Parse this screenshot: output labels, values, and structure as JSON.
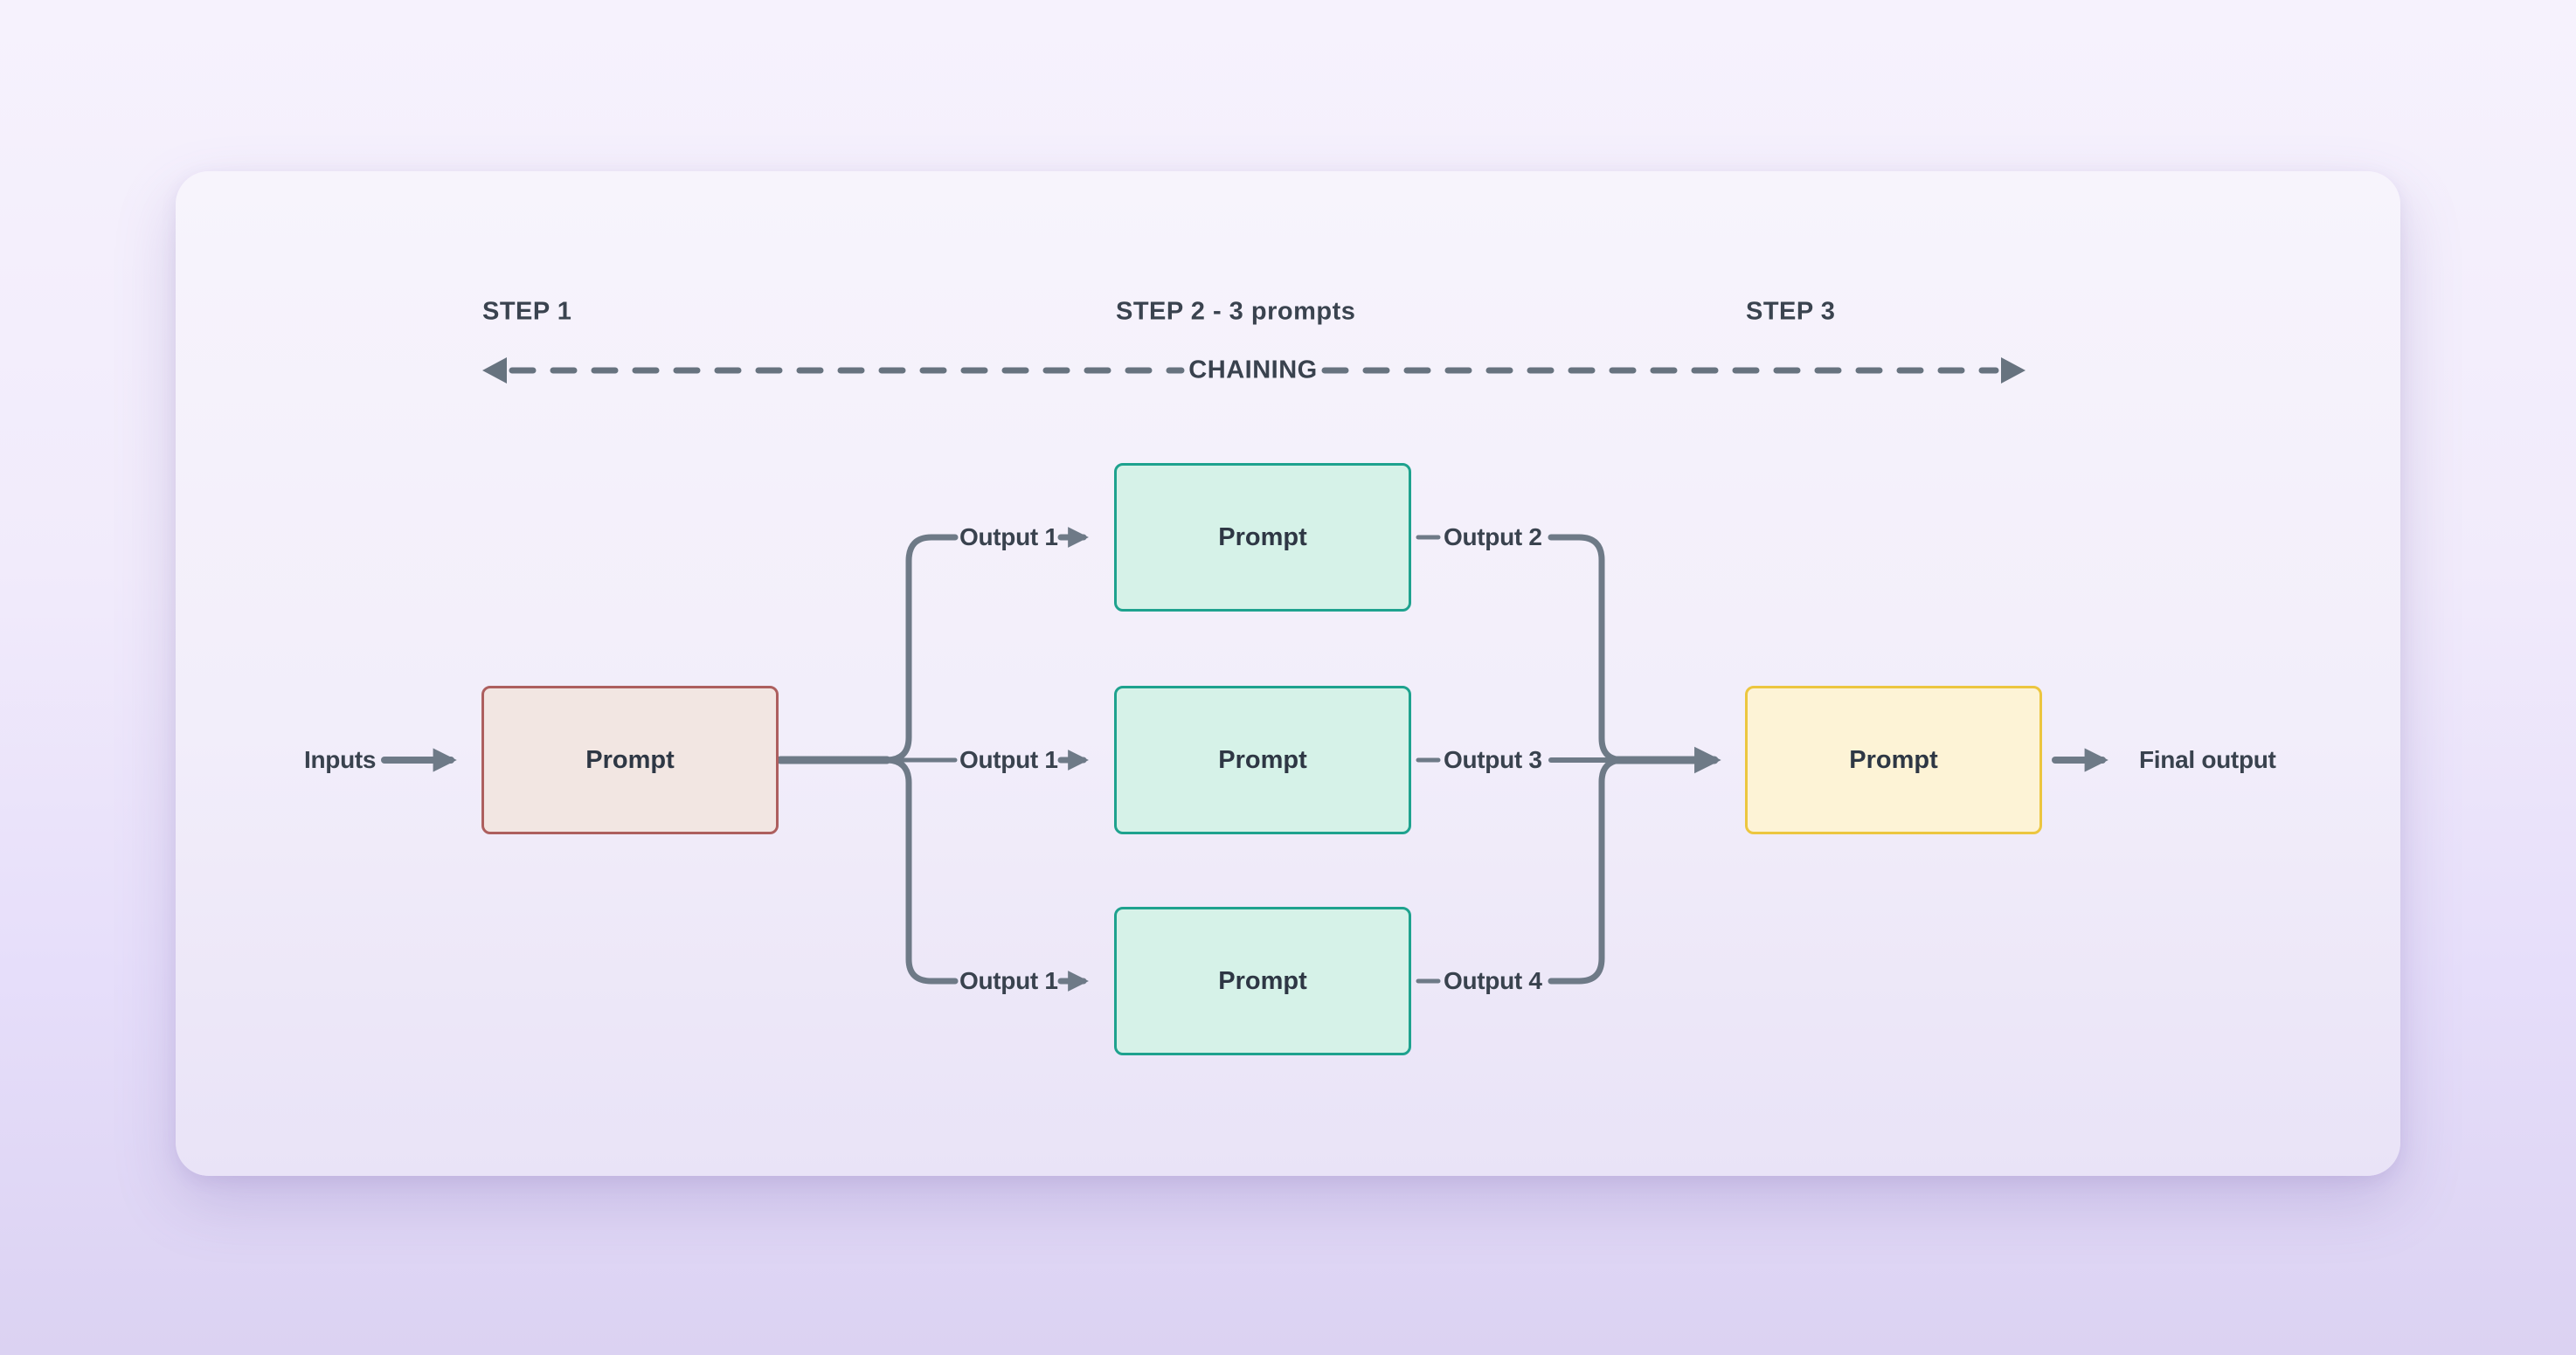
{
  "steps": {
    "step1": "STEP 1",
    "step2": "STEP 2 - 3 prompts",
    "step3": "STEP 3"
  },
  "chaining": {
    "label": "CHAINING"
  },
  "flow": {
    "input_label": "Inputs",
    "stage1_prompt": "Prompt",
    "branches": [
      {
        "input": "Output 1",
        "prompt": "Prompt",
        "output": "Output 2"
      },
      {
        "input": "Output 1",
        "prompt": "Prompt",
        "output": "Output 3"
      },
      {
        "input": "Output 1",
        "prompt": "Prompt",
        "output": "Output 4"
      }
    ],
    "stage3_prompt": "Prompt",
    "final_label": "Final output"
  },
  "colors": {
    "background_top": "#f6f2fd",
    "background_bottom": "#dbd2f2",
    "card_fill": "#f4f0fb",
    "connector_gray": "#6e7a87",
    "dash_gray": "#67737f",
    "text_dark": "#39424e",
    "stage1_fill": "#f2e6e2",
    "stage1_border": "#ad5f5e",
    "stage2_fill": "#d6f2e8",
    "stage2_border": "#1ea28e",
    "stage3_fill": "#fdf3d6",
    "stage3_border": "#ecc63f"
  }
}
